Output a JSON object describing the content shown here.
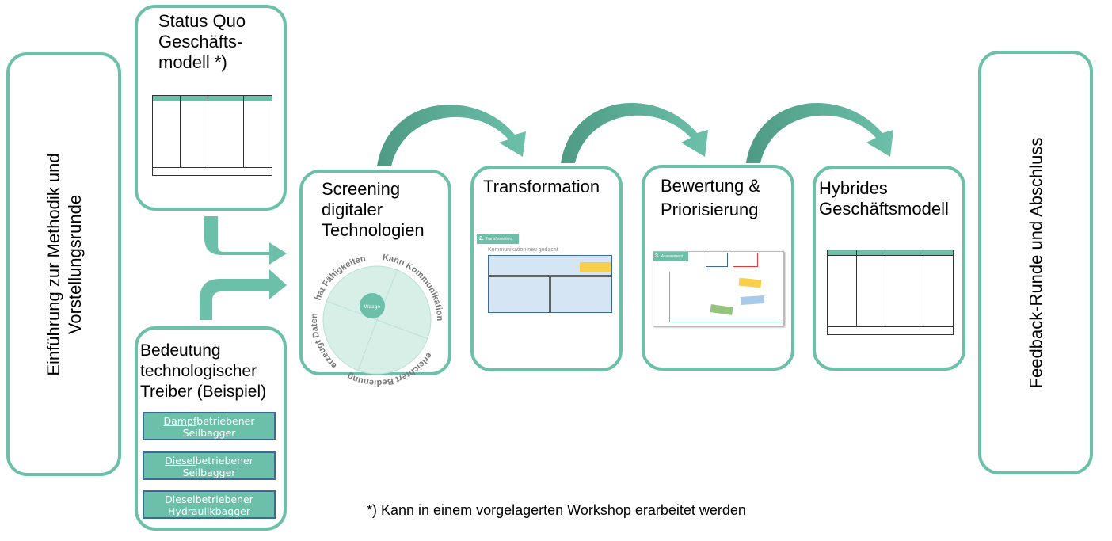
{
  "intro": "Einführung zur Methodik und Vorstellungsrunde",
  "status_quo": {
    "title": "Status Quo Geschäfts-modell *)"
  },
  "drivers": {
    "title": "Bedeutung technologischer Treiber (Beispiel)",
    "items": [
      {
        "u": "Dampf",
        "rest": "betriebener",
        "line2_u": "",
        "line2": "Seilbagger"
      },
      {
        "u": "Diesel",
        "rest": "betriebener",
        "line2_u": "",
        "line2": "Seilbagger"
      },
      {
        "u": "",
        "rest": "Dieselbetriebener",
        "line2_u": "Hydraulik",
        "line2": "bagger"
      }
    ]
  },
  "screening": {
    "title": "Screening digitaler Technologien",
    "wheel": {
      "center": "Waage",
      "labels": [
        "hat Fähigkeiten",
        "Kann Kommunikation",
        "erleichtert Bedienung",
        "erzeugt Daten"
      ]
    }
  },
  "transformation": {
    "title": "Transformation",
    "thumb_tag": "2.",
    "thumb_tag_label": "Transformation",
    "thumb_heading": "Kommunikation neu gedacht"
  },
  "assessment": {
    "title": "Bewertung & Priorisierung",
    "thumb_tag": "3.",
    "thumb_tag_label": "Assessment"
  },
  "hybrid": {
    "title": "Hybrides Geschäftsmodell"
  },
  "closing": "Feedback-Runde und Abschluss",
  "footnote": "*) Kann in einem vorgelagerten Workshop erarbeitet werden",
  "colors": {
    "accent": "#6cc0aa",
    "accent_dark": "#4e9a84",
    "driver_border": "#3b6a99"
  }
}
